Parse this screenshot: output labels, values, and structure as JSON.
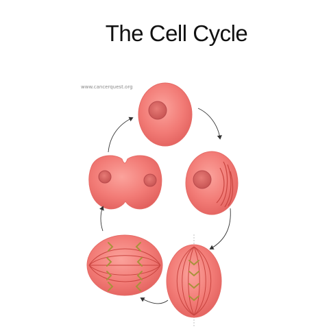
{
  "title": "The Cell Cycle",
  "credit": "www.cancerquest.org",
  "colors": {
    "cell_fill": "#f27b76",
    "cell_edge": "#e56b66",
    "nucleus": "#d9605e",
    "nucleus_edge": "#b94a4c",
    "spindle": "#c9443f",
    "chromosome": "#a8923a",
    "arrow": "#333333",
    "background": "#ffffff"
  },
  "stages": [
    {
      "name": "interphase-cell"
    },
    {
      "name": "prophase-cell"
    },
    {
      "name": "metaphase-cell"
    },
    {
      "name": "anaphase-cell"
    },
    {
      "name": "cytokinesis-cell"
    }
  ]
}
